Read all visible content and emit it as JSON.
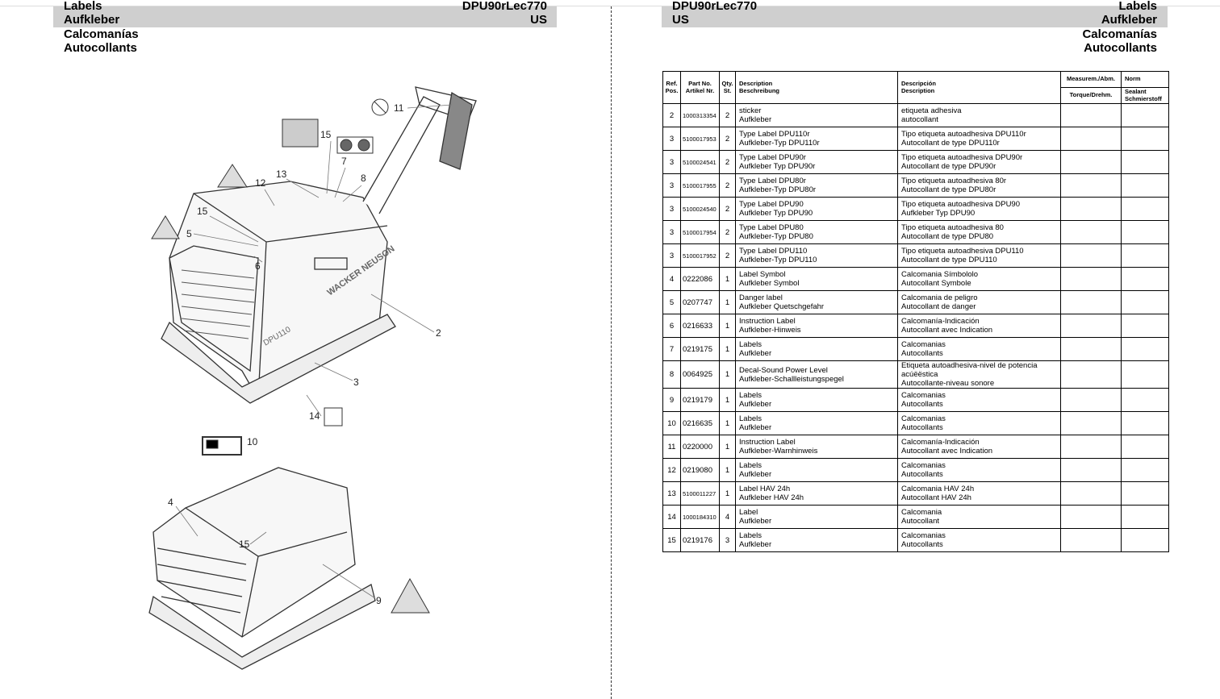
{
  "left_header": {
    "title_cut": "Labels",
    "model_cut": "DPU90rLec770",
    "lines": [
      "Aufkleber",
      "Calcomanías",
      "Autocollants"
    ],
    "region": "US"
  },
  "right_header": {
    "title_cut": "Labels",
    "model_cut": "DPU90rLec770",
    "lines": [
      "Aufkleber",
      "Calcomanías",
      "Autocollants"
    ],
    "region": "US"
  },
  "diagram": {
    "brand_text": "WACKER NEUSON",
    "model_text": "DPU110",
    "callouts": [
      "11",
      "15",
      "7",
      "8",
      "13",
      "12",
      "15",
      "5",
      "6",
      "2",
      "3",
      "14",
      "10",
      "4",
      "15",
      "9"
    ]
  },
  "table": {
    "headers": {
      "ref": [
        "Ref.",
        "Pos."
      ],
      "part": [
        "Part No.",
        "Artikel Nr."
      ],
      "qty": [
        "Qty.",
        "St."
      ],
      "desc": [
        "Description",
        "Beschreibung"
      ],
      "desc_es": [
        "Descripción",
        "Description"
      ],
      "measure": "Measurem./Abm.",
      "torque": "Torque/Drehm.",
      "norm": "Norm",
      "sealant": [
        "Sealant",
        "Schmierstoff"
      ]
    },
    "rows": [
      {
        "ref": "2",
        "part": "1000313354",
        "qty": "2",
        "desc": [
          "sticker",
          "Aufkleber"
        ],
        "desc_es": [
          "etiqueta adhesiva",
          "autocollant"
        ]
      },
      {
        "ref": "3",
        "part": "5100017953",
        "qty": "2",
        "desc": [
          "Type Label DPU110r",
          "Aufkleber-Typ DPU110r"
        ],
        "desc_es": [
          "Tipo etiqueta autoadhesiva DPU110r",
          "Autocollant de type DPU110r"
        ]
      },
      {
        "ref": "3",
        "part": "5100024541",
        "qty": "2",
        "desc": [
          "Type Label DPU90r",
          "Aufkleber Typ DPU90r"
        ],
        "desc_es": [
          "Tipo etiqueta autoadhesiva DPU90r",
          "Autocollant de type DPU90r"
        ]
      },
      {
        "ref": "3",
        "part": "5100017955",
        "qty": "2",
        "desc": [
          "Type Label DPU80r",
          "Aufkleber-Typ DPU80r"
        ],
        "desc_es": [
          "Tipo etiqueta autoadhesiva 80r",
          "Autocollant de type DPU80r"
        ]
      },
      {
        "ref": "3",
        "part": "5100024540",
        "qty": "2",
        "desc": [
          "Type Label DPU90",
          "Aufkleber Typ DPU90"
        ],
        "desc_es": [
          "Tipo etiqueta autoadhesiva DPU90",
          "Aufkleber Typ DPU90"
        ]
      },
      {
        "ref": "3",
        "part": "5100017954",
        "qty": "2",
        "desc": [
          "Type Label DPU80",
          "Aufkleber-Typ DPU80"
        ],
        "desc_es": [
          "Tipo etiqueta autoadhesiva 80",
          "Autocollant de type DPU80"
        ]
      },
      {
        "ref": "3",
        "part": "5100017952",
        "qty": "2",
        "desc": [
          "Type Label DPU110",
          "Aufkleber-Typ DPU110"
        ],
        "desc_es": [
          "Tipo etiqueta autoadhesiva DPU110",
          "Autocollant de type DPU110"
        ]
      },
      {
        "ref": "4",
        "part": "0222086",
        "qty": "1",
        "desc": [
          "Label Symbol",
          "Aufkleber Symbol"
        ],
        "desc_es": [
          "Calcomania Símbololo",
          "Autocollant Symbole"
        ]
      },
      {
        "ref": "5",
        "part": "0207747",
        "qty": "1",
        "desc": [
          "Danger label",
          "Aufkleber Quetschgefahr"
        ],
        "desc_es": [
          "Calcomania de peligro",
          "Autocollant de danger"
        ]
      },
      {
        "ref": "6",
        "part": "0216633",
        "qty": "1",
        "desc": [
          "Instruction Label",
          "Aufkleber-Hinweis"
        ],
        "desc_es": [
          "Calcomanía-Indicación",
          "Autocollant avec Indication"
        ]
      },
      {
        "ref": "7",
        "part": "0219175",
        "qty": "1",
        "desc": [
          "Labels",
          "Aufkleber"
        ],
        "desc_es": [
          "Calcomanias",
          "Autocollants"
        ]
      },
      {
        "ref": "8",
        "part": "0064925",
        "qty": "1",
        "desc": [
          "Decal-Sound Power Level",
          "Aufkleber-Schallleistungspegel"
        ],
        "desc_es": [
          "Etiqueta autoadhesiva-nivel de potencia",
          "acúëëstica",
          "Autocollante-niveau sonore"
        ]
      },
      {
        "ref": "9",
        "part": "0219179",
        "qty": "1",
        "desc": [
          "Labels",
          "Aufkleber"
        ],
        "desc_es": [
          "Calcomanias",
          "Autocollants"
        ]
      },
      {
        "ref": "10",
        "part": "0216635",
        "qty": "1",
        "desc": [
          "Labels",
          "Aufkleber"
        ],
        "desc_es": [
          "Calcomanias",
          "Autocollants"
        ]
      },
      {
        "ref": "11",
        "part": "0220000",
        "qty": "1",
        "desc": [
          "Instruction Label",
          "Aufkleber-Warnhinweis"
        ],
        "desc_es": [
          "Calcomanía-Indicación",
          "Autocollant avec Indication"
        ]
      },
      {
        "ref": "12",
        "part": "0219080",
        "qty": "1",
        "desc": [
          "Labels",
          "Aufkleber"
        ],
        "desc_es": [
          "Calcomanias",
          "Autocollants"
        ]
      },
      {
        "ref": "13",
        "part": "5100011227",
        "qty": "1",
        "desc": [
          "Label HAV 24h",
          "Aufkleber HAV 24h"
        ],
        "desc_es": [
          "Calcomania HAV 24h",
          "Autocollant HAV 24h"
        ]
      },
      {
        "ref": "14",
        "part": "1000184310",
        "qty": "4",
        "desc": [
          "Label",
          "Aufkleber"
        ],
        "desc_es": [
          "Calcomania",
          "Autocollant"
        ]
      },
      {
        "ref": "15",
        "part": "0219176",
        "qty": "3",
        "desc": [
          "Labels",
          "Aufkleber"
        ],
        "desc_es": [
          "Calcomanias",
          "Autocollants"
        ]
      }
    ]
  }
}
